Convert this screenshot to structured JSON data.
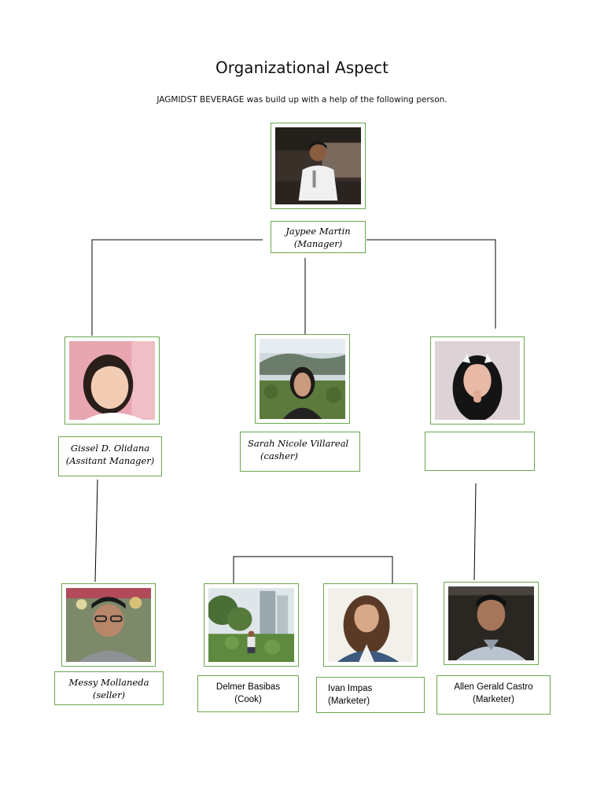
{
  "page": {
    "title": "Organizational Aspect",
    "subtitle": "JAGMIDST BEVERAGE was build up with a help of the following person."
  },
  "members": {
    "manager": {
      "name": "Jaypee Martin",
      "role": "(Manager)"
    },
    "assistant_manager": {
      "name": "Gissel D. Olidana",
      "role": "(Assitant Manager)"
    },
    "cashier": {
      "name": "Sarah Nicole Villareal",
      "role": "(casher)"
    },
    "third": {
      "name": "",
      "role": ""
    },
    "seller": {
      "name": "Messy Mollaneda",
      "role": "(seller)"
    },
    "cook": {
      "name": "Delmer Basibas",
      "role": "(Cook)"
    },
    "marketer1": {
      "name": "Ivan Impas",
      "role": "(Marketer)"
    },
    "marketer2": {
      "name": "Allen Gerald Castro",
      "role": "(Marketer)"
    }
  },
  "colors": {
    "frame_border": "#6aa84f",
    "connector": "#000000"
  }
}
